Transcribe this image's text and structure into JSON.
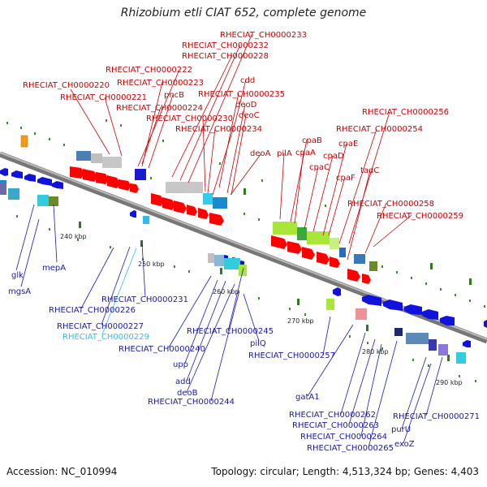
{
  "title": "Rhizobium etli CIAT 652, complete genome",
  "footer": {
    "accession": "Accession: NC_010994",
    "topology": "Topology: circular; Length: 4,513,324 bp; Genes: 4,403"
  },
  "ticks": [
    "240 kbp",
    "250 kbp",
    "260 kbp",
    "270 kbp",
    "280 kbp",
    "290 kbp"
  ],
  "labels_top": [
    "RHECIAT_CH0000233",
    "RHECIAT_CH0000232",
    "RHECIAT_CH0000228",
    "RHECIAT_CH0000222",
    "cdd",
    "RHECIAT_CH0000220",
    "RHECIAT_CH0000223",
    "pncB",
    "RHECIAT_CH0000235",
    "RHECIAT_CH0000221",
    "deoD",
    "RHECIAT_CH0000224",
    "deoC",
    "RHECIAT_CH0000230",
    "RHECIAT_CH0000256",
    "RHECIAT_CH0000234",
    "cpaB",
    "RHECIAT_CH0000254",
    "cpaA",
    "cpaE",
    "cpaD",
    "deoA",
    "pilA",
    "cpaC",
    "tadC",
    "cpaF",
    "RHECIAT_CH0000258",
    "RHECIAT_CH0000259"
  ],
  "labels_bottom": [
    "240 kbp",
    "glk",
    "mepA",
    "mgsA",
    "RHECIAT_CH0000231",
    "RHECIAT_CH0000226",
    "RHECIAT_CH0000227",
    "RHECIAT_CH0000229",
    "RHECIAT_CH0000245",
    "pilQ",
    "RHECIAT_CH0000240",
    "RHECIAT_CH0000257",
    "upp",
    "add",
    "deoB",
    "RHECIAT_CH0000244",
    "gatA1",
    "RHECIAT_CH0000262",
    "RHECIAT_CH0000263",
    "RHECIAT_CH0000264",
    "RHECIAT_CH0000265",
    "RHECIAT_CH0000271",
    "purU",
    "exoZ"
  ]
}
